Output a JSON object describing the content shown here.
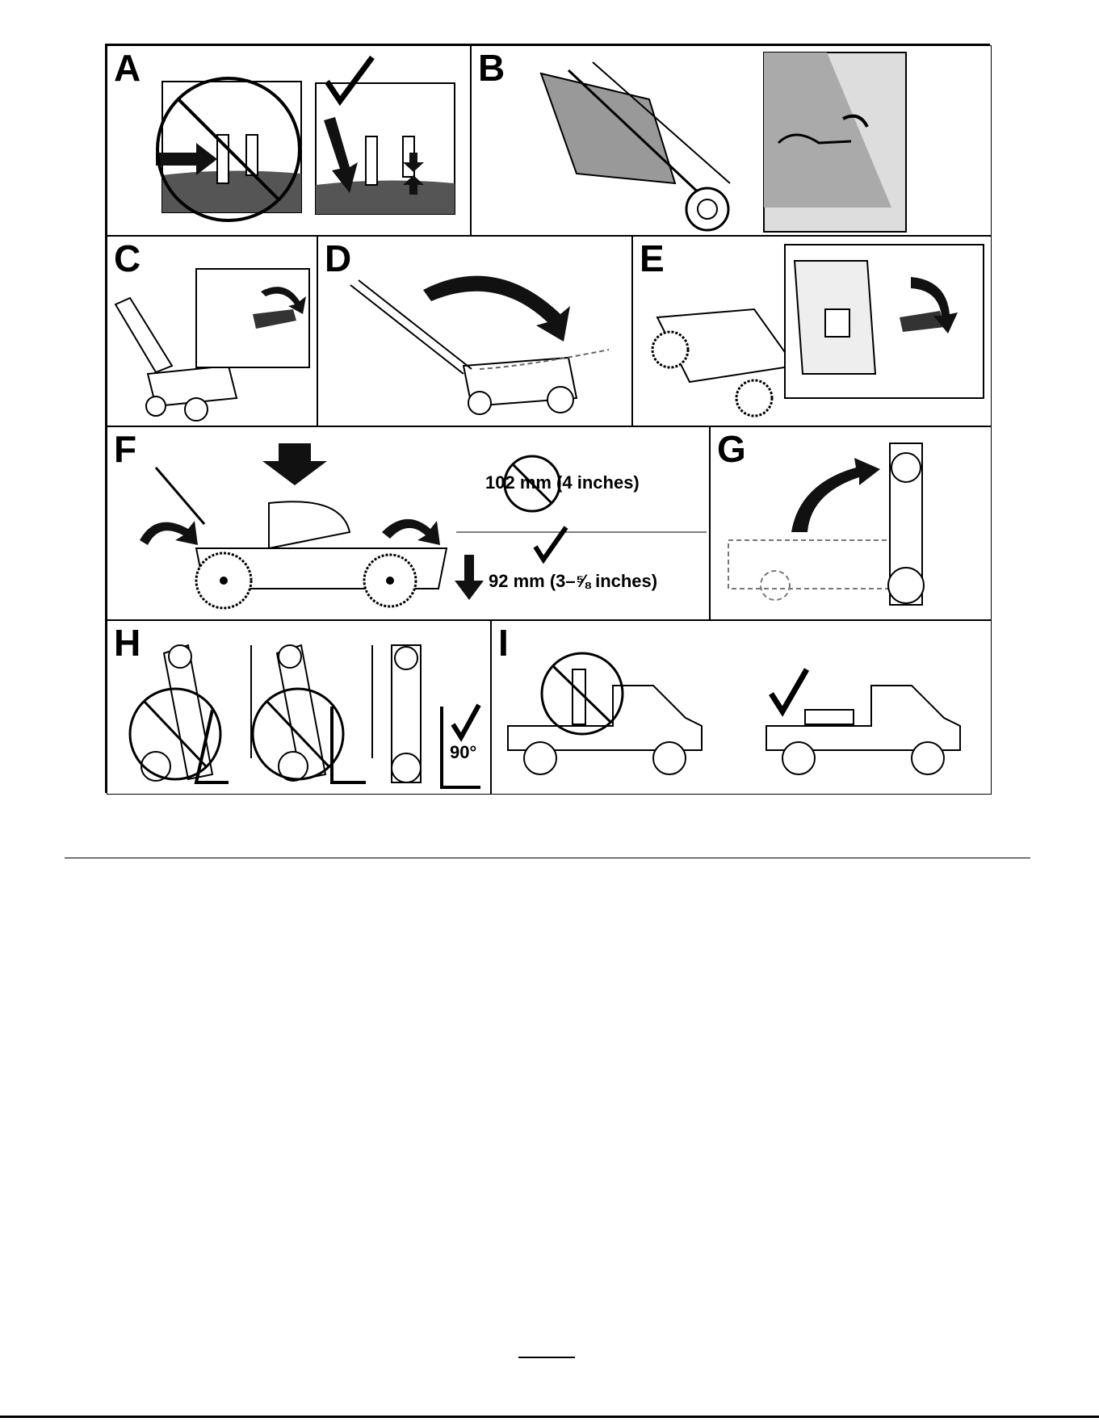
{
  "figure": {
    "panels": [
      {
        "letter": "A"
      },
      {
        "letter": "B"
      },
      {
        "letter": "C"
      },
      {
        "letter": "D"
      },
      {
        "letter": "E"
      },
      {
        "letter": "F"
      },
      {
        "letter": "G"
      },
      {
        "letter": "H"
      },
      {
        "letter": "I"
      }
    ],
    "measurements": {
      "wrong_height": "102 mm (4 inches)",
      "right_height": "92 mm (3–⅝ inches)"
    },
    "angle": "90°"
  },
  "icons": [
    "prohibited-icon",
    "checkmark-icon",
    "arrow-icon"
  ]
}
